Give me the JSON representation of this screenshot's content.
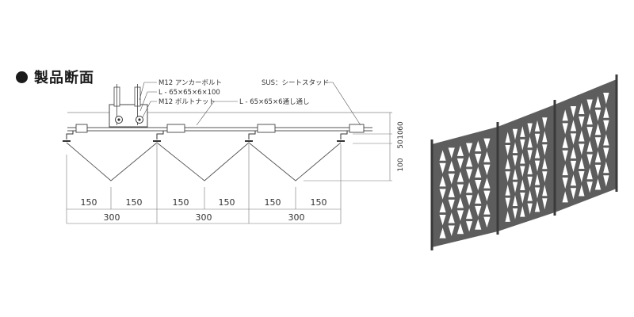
{
  "section": {
    "title": "製品断面"
  },
  "callouts": {
    "anchor_bolt": "M12 アンカーボルト",
    "angle_top": "L - 65×65×6×100",
    "bolt_nut": "M12 ボルトナット",
    "angle_through": "L - 65×65×6通し通し",
    "stud": "SUS：シートスタッド"
  },
  "dimensions": {
    "half_widths": [
      "150",
      "150",
      "150",
      "150",
      "150",
      "150"
    ],
    "module_widths": [
      "300",
      "300",
      "300"
    ],
    "vertical": [
      "60",
      "10",
      "50",
      "100"
    ]
  },
  "colors": {
    "panel": "#5d5d5d",
    "line": "#555555"
  }
}
